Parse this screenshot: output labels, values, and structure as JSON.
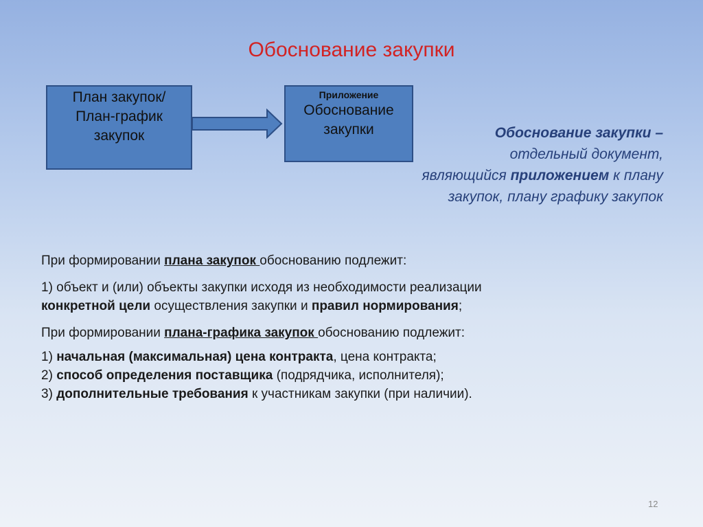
{
  "slide": {
    "title": "Обоснование закупки",
    "page_number": "12"
  },
  "diagram": {
    "box_plan": {
      "line1": "План закупок/",
      "line2": "План-график",
      "line3": "закупок"
    },
    "box_app": {
      "small_label": "Приложение",
      "line1": "Обоснование",
      "line2": "закупки"
    },
    "colors": {
      "box_fill": "#4f7fbf",
      "box_border": "#2d4f86",
      "title": "#d22323",
      "definition_text": "#27407a"
    }
  },
  "definition": {
    "term": "Обоснование закупки",
    "dash": " –",
    "part1": "отдельный документ,",
    "part2": "являющийся ",
    "part2_bold": "приложением",
    "part3": " к плану",
    "part4": "закупок, плану графику закупок"
  },
  "body": {
    "p1_pre": "При формировании ",
    "p1_u": "плана закупок ",
    "p1_post": "обоснованию подлежит:",
    "p2_pre": "1) объект и (или) объекты закупки исходя из необходимости реализации",
    "p2_b1": "конкретной цели",
    "p2_mid": " осуществления закупки и ",
    "p2_b2": "правил нормирования",
    "p2_end": ";",
    "p3_pre": "При формировании ",
    "p3_u": "плана-графика закупок ",
    "p3_post": "обоснованию подлежит:",
    "i1_num": "1) ",
    "i1_b": "начальная (максимальная) цена контракта",
    "i1_rest": ", цена контракта;",
    "i2_num": "2) ",
    "i2_b": "способ определения поставщика",
    "i2_rest": " (подрядчика, исполнителя);",
    "i3_num": "3) ",
    "i3_b": "дополнительные требования",
    "i3_rest": " к участникам закупки (при наличии)."
  }
}
